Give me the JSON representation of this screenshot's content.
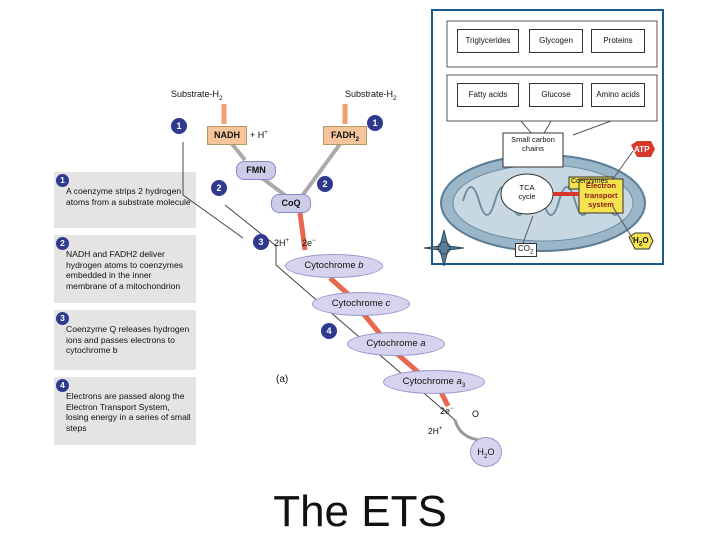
{
  "slide": {
    "title": "The ETS",
    "panel_label": "(a)"
  },
  "substrates": {
    "left": "Substrate-H",
    "right": "Substrate-H",
    "sub2": "2"
  },
  "carriers": {
    "nadh": "NADH",
    "h_plus": "+ H",
    "fadh": "FADH",
    "fadh_sub": "2",
    "fmn": "FMN",
    "coq": "CoQ",
    "two_h": "2H",
    "two_e": "2e",
    "cyt_b": "Cytochrome",
    "cyt_b_letter": "b",
    "cyt_c": "Cytochrome",
    "cyt_c_letter": "c",
    "cyt_a": "Cytochrome",
    "cyt_a_letter": "a",
    "cyt_a3": "Cytochrome",
    "cyt_a3_letter": "a",
    "cyt_a3_sub": "3",
    "end_2e": "2e",
    "end_o": "O",
    "end_2h": "2H",
    "water": "H",
    "water_sub": "2",
    "water_o": "O"
  },
  "markers": [
    "1",
    "1",
    "2",
    "2",
    "3",
    "4"
  ],
  "steps": [
    {
      "num": "1",
      "text": "A coenzyme strips 2 hydrogen atoms from a substrate molecule"
    },
    {
      "num": "2",
      "text": "NADH and FADH2 deliver hydrogen atoms to coenzymes embedded in the inner membrane of a mitochondrion"
    },
    {
      "num": "3",
      "text": "Coenzyme Q releases hydrogen ions and passes electrons to cytochrome b"
    },
    {
      "num": "4",
      "text": "Electrons are passed along the Electron Transport System, losing energy in a series of small steps"
    }
  ],
  "inset": {
    "top_boxes": [
      "Triglycerides",
      "Glycogen",
      "Proteins"
    ],
    "bottom_boxes": [
      "Fatty acids",
      "Glucose",
      "Amino acids"
    ],
    "small_carbon": "Small carbon chains",
    "tca": "TCA cycle",
    "coenzymes": "Coenzymes",
    "ets": "Electron transport system",
    "atp": "ATP",
    "h2o": "H",
    "h2o_sub": "2",
    "h2o_o": "O",
    "co2": "CO",
    "co2_sub": "2"
  },
  "colors": {
    "marker": "#2f3a8f",
    "orange_box": "#f7c59b",
    "cytochrome": "#d6d3ee",
    "arrow": "#e8684f",
    "inset_border": "#1a5a8a"
  }
}
